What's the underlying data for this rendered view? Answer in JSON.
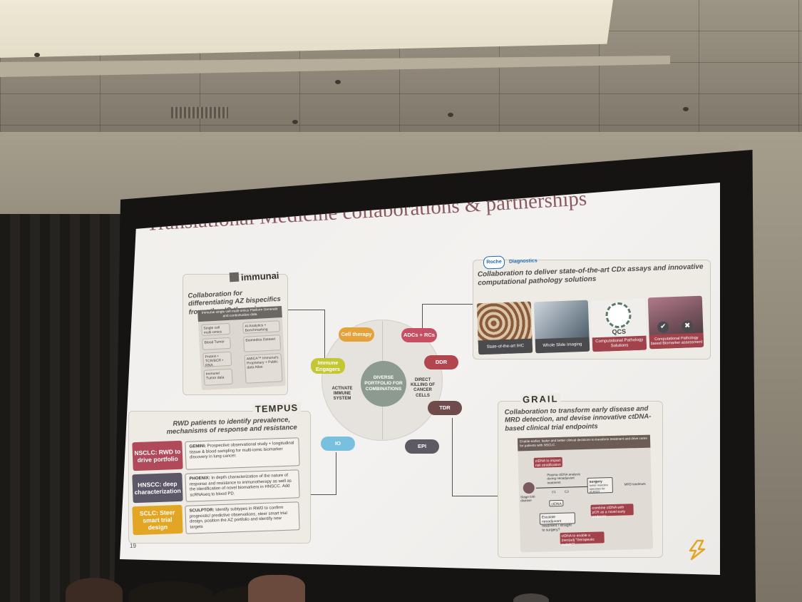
{
  "slide": {
    "title": "Translational Medicine collaborations & partnerships",
    "page_number": "19"
  },
  "immunai": {
    "logo": "immunai",
    "heading": "Collaboration for differentiating AZ bispecifics from other IO therapies",
    "platform_text": "Immunai single cell multi-omics Platform Generate and contextualize data",
    "box_single_cell": "Single cell multi-omics",
    "box_blood_tumor": "Blood  Tumor",
    "box_protein": "Protein • TCR/BCR • RNA",
    "box_ai": "AI Analytics + Benchmarking",
    "box_biomedics": "Biomedics Dataset",
    "box_amica": "AMICA™ Immunai's Proprietary + Public data Atlas",
    "box_immune_tumor": "Immune/ Tumor data"
  },
  "tempus": {
    "logo": "TEMPUS",
    "heading": "RWD patients to identify prevalence, mechanisms of response and resistance",
    "rows": [
      {
        "label": "NSCLC: RWD to drive portfolio",
        "study": "GEMINI:",
        "desc": "Prospective observational study + longitudinal tissue & blood sampling for multi-iomic biomarker discovery in lung cancer."
      },
      {
        "label": "HNSCC: deep characterization",
        "study": "PHOENIX:",
        "desc": "In depth characterization of the nature of response and resistance to immunotherapy as well as the identification of novel biomarkers in HNSCC. Add scRNAseq to blood PD."
      },
      {
        "label": "SCLC: Steer smart trial design",
        "study": "SCULPTOR:",
        "desc": "Identify subtypes in RWD to confirm prognostic/ predictive observations, steer smart trial design, position the AZ portfolio and identify new targets"
      }
    ]
  },
  "center": {
    "core": "DIVERSE PORTFOLIO FOR COMBINATIONS",
    "left_label": "ACTIVATE IMMUNE SYSTEM",
    "right_label": "DIRECT KILLING OF CANCER CELLS",
    "pills": {
      "cell_therapy": "Cell therapy",
      "immune_engagers": "Immune Engagers",
      "io": "IO",
      "adcs": "ADCs + RCs",
      "ddr": "DDR",
      "tdr": "TDR",
      "epi": "EPI"
    }
  },
  "roche": {
    "logo": "Roche",
    "logo_suffix": "Diagnostics",
    "heading": "Collaboration to deliver state-of-the-art CDx assays and innovative computational pathology solutions",
    "tiles": [
      "State-of-the-art IHC",
      "Whole Slide Imaging",
      "Computational Pathology Solutions",
      "Computational Pathology based Biomarker assessment"
    ],
    "qcs_label": "QCS"
  },
  "grail": {
    "logo": "GRAIL",
    "heading": "Collaboration to transform early disease and MRD detection, and devise innovative ctDNA-based clinical trial endpoints",
    "banner": "Enable earlier, faster and better clinical decisions to transform treatment and drive cures for patients with NSCLC.",
    "box_impact": "ctDNA to impact risk stratification",
    "box_dynamics": "Plasma ctDNA analysis during neoadjuvant treatment",
    "box_stage": "Stage II/III disease",
    "box_surgery": "surgery",
    "box_resection": "tumor resection specimen for eCR/CR",
    "box_mrd": "MRD landmark",
    "box_ctdna": "ctDNA",
    "box_escalate": "Escalate neoadjuvant treatment / straight to surgery?",
    "box_combine": "combine ctDNA with pCR as a novel early endpoint",
    "box_switch": "ctDNA to enable a (neo)adj \"therapeutic switch\"?",
    "timepoints": [
      "C1",
      "C3"
    ]
  },
  "colors": {
    "title": "#8a5a63",
    "nsclc": "#b04a5a",
    "hnscc": "#5d5868",
    "sclc": "#e3a624",
    "cell_therapy": "#e5a13a",
    "immune_engagers": "#c4c734",
    "io": "#79c0de",
    "adcs": "#c74f64",
    "ddr": "#b2464f",
    "tdr": "#6f4b4b",
    "epi": "#5f5a62",
    "tile_dark": "#4b4a4d",
    "tile_red": "#a2434c"
  }
}
